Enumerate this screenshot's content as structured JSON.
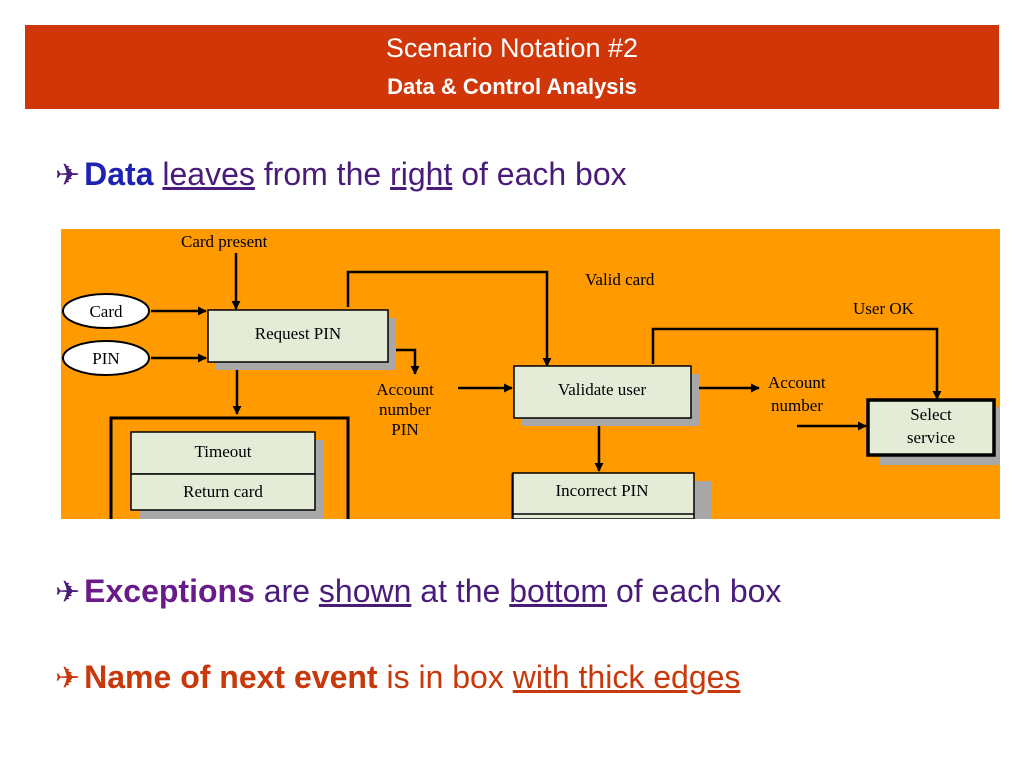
{
  "header": {
    "title": "Scenario Notation #2",
    "subtitle": "Data & Control Analysis"
  },
  "bullets": [
    {
      "marker": "✈",
      "parts": [
        "Data",
        "leaves",
        "from the",
        "right",
        "of each box"
      ]
    },
    {
      "marker": "✈",
      "parts": [
        "Exceptions",
        "are",
        "shown",
        "at the",
        "bottom",
        "of each box"
      ]
    },
    {
      "marker": "✈",
      "parts": [
        "Name of next event",
        "is in box",
        "with thick edges"
      ]
    }
  ],
  "diagram": {
    "background": "#ff9a00",
    "labels": {
      "card_present": "Card present",
      "valid_card": "Valid card",
      "user_ok": "User OK",
      "account_number_pin_line1": "Account",
      "account_number_pin_line2": "number",
      "account_number_pin_line3": "PIN",
      "account_number_line1": "Account",
      "account_number_line2": "number"
    },
    "inputs": {
      "card": "Card",
      "pin": "PIN"
    },
    "boxes": {
      "request_pin": "Request PIN",
      "validate_user": "Validate user",
      "select_service_line1": "Select",
      "select_service_line2": "service",
      "timeout": "Timeout",
      "return_card": "Return card",
      "incorrect_pin": "Incorrect PIN"
    }
  }
}
